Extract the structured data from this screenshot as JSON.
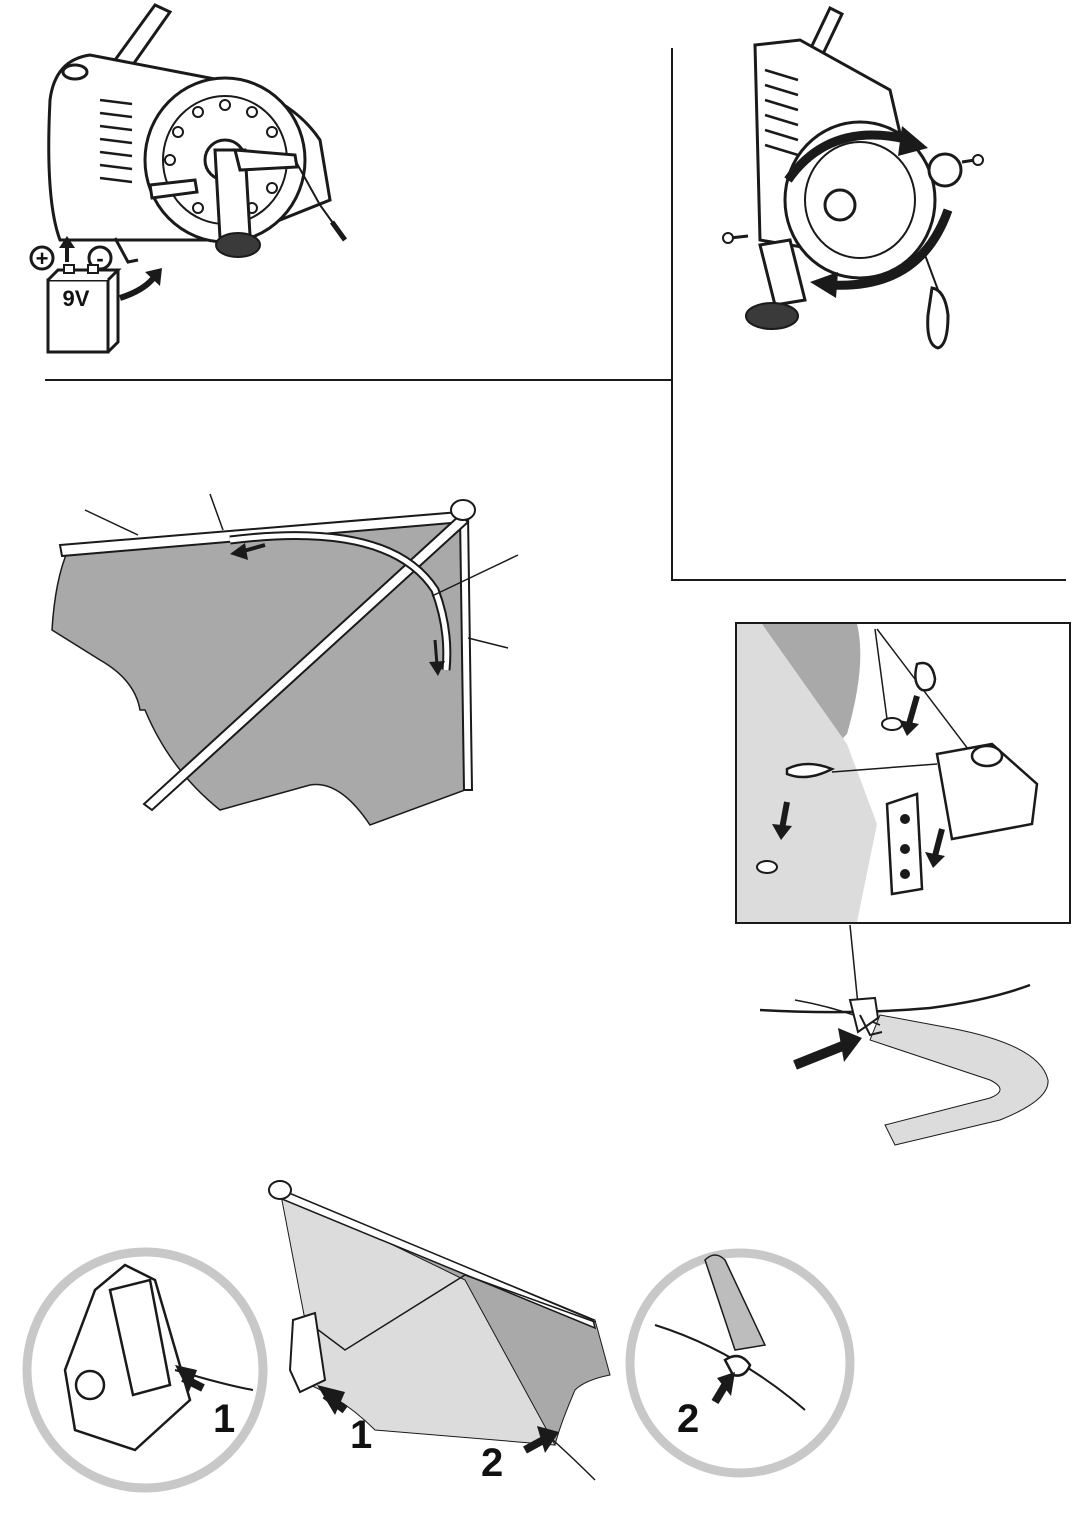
{
  "battery": {
    "voltage_label": "9V",
    "plus_sign": "+",
    "minus_sign": "-"
  },
  "colors": {
    "ink": "#1a1a1a",
    "sail_dark": "#a9a9a9",
    "sail_mid": "#bdbdbd",
    "sail_light": "#dcdcdc",
    "circle_ring": "#c8c8c8",
    "arrow": "#1a1a1a"
  },
  "steps": {
    "step1_label_detail": "1",
    "step1_label_main": "1",
    "step2_label_main": "2",
    "step2_label_detail": "2"
  },
  "icons": [
    "winch-battery-icon",
    "winch-rotate-icon",
    "awning-rail-icon",
    "clip-attach-icon",
    "cord-hook-icon",
    "sail-tension-icon"
  ]
}
